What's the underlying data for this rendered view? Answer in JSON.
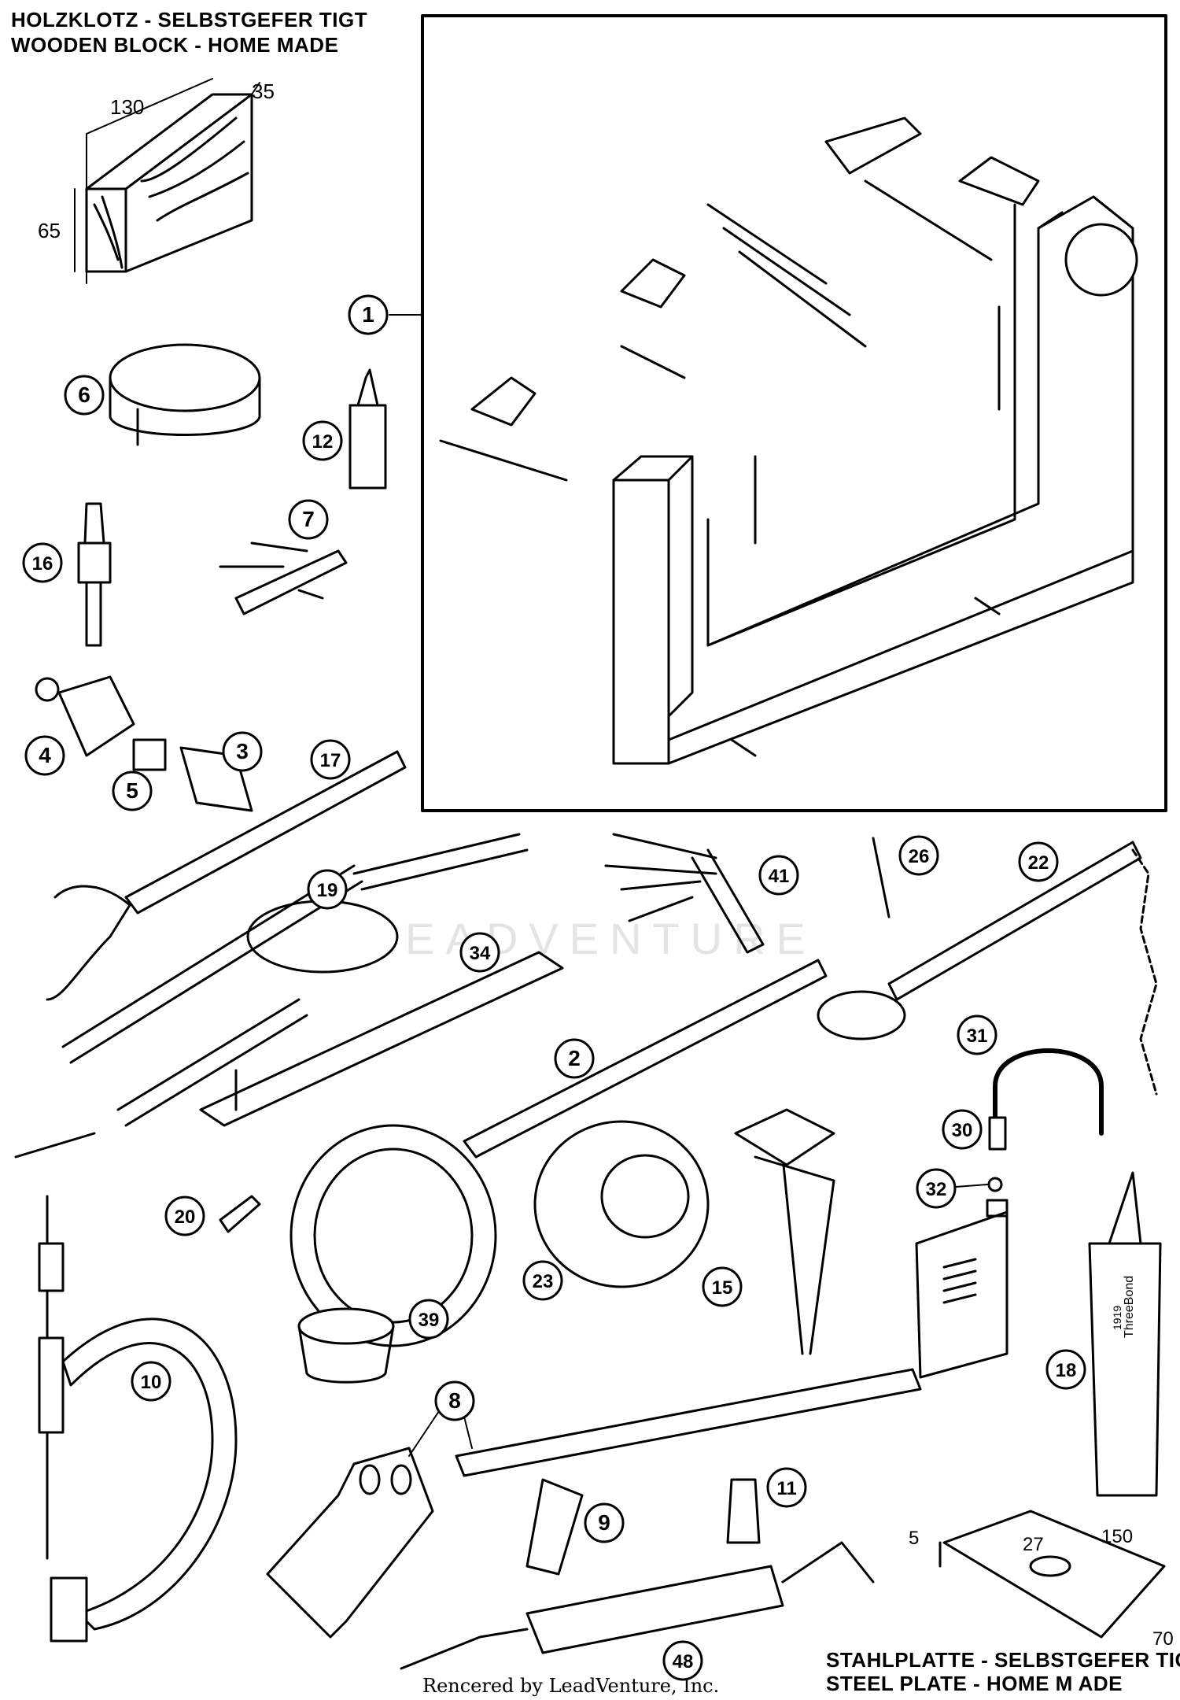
{
  "header": {
    "wood_de": "HOLZKLOTZ - SELBSTGEFER TIGT",
    "wood_en": "WOODEN BLOCK - HOME MADE",
    "steel_de": "STAHLPLATTE - SELBSTGEFER TIGT",
    "steel_en": "STEEL PLATE - HOME M ADE"
  },
  "dimensions": {
    "block_length": "130",
    "block_width": "35",
    "block_height": "65",
    "plate_thickness": "5",
    "plate_hole": "27",
    "plate_length": "150",
    "plate_width": "70"
  },
  "callouts": [
    {
      "id": "c1",
      "label": "1"
    },
    {
      "id": "c2",
      "label": "2"
    },
    {
      "id": "c3",
      "label": "3"
    },
    {
      "id": "c4",
      "label": "4"
    },
    {
      "id": "c5",
      "label": "5"
    },
    {
      "id": "c6",
      "label": "6"
    },
    {
      "id": "c7",
      "label": "7"
    },
    {
      "id": "c8",
      "label": "8"
    },
    {
      "id": "c9",
      "label": "9"
    },
    {
      "id": "c10",
      "label": "10"
    },
    {
      "id": "c11",
      "label": "11"
    },
    {
      "id": "c12",
      "label": "12"
    },
    {
      "id": "c15",
      "label": "15"
    },
    {
      "id": "c16",
      "label": "16"
    },
    {
      "id": "c17",
      "label": "17"
    },
    {
      "id": "c18",
      "label": "18"
    },
    {
      "id": "c19",
      "label": "19"
    },
    {
      "id": "c20",
      "label": "20"
    },
    {
      "id": "c22",
      "label": "22"
    },
    {
      "id": "c23",
      "label": "23"
    },
    {
      "id": "c26",
      "label": "26"
    },
    {
      "id": "c30",
      "label": "30"
    },
    {
      "id": "c31",
      "label": "31"
    },
    {
      "id": "c32",
      "label": "32"
    },
    {
      "id": "c34",
      "label": "34"
    },
    {
      "id": "c39",
      "label": "39"
    },
    {
      "id": "c41",
      "label": "41"
    },
    {
      "id": "c48",
      "label": "48"
    }
  ],
  "product_labels": {
    "threebond": "ThreeBond",
    "code": "1919"
  },
  "watermark": "LEADVENTURE",
  "credit": "Rencered by LeadVenture, Inc."
}
